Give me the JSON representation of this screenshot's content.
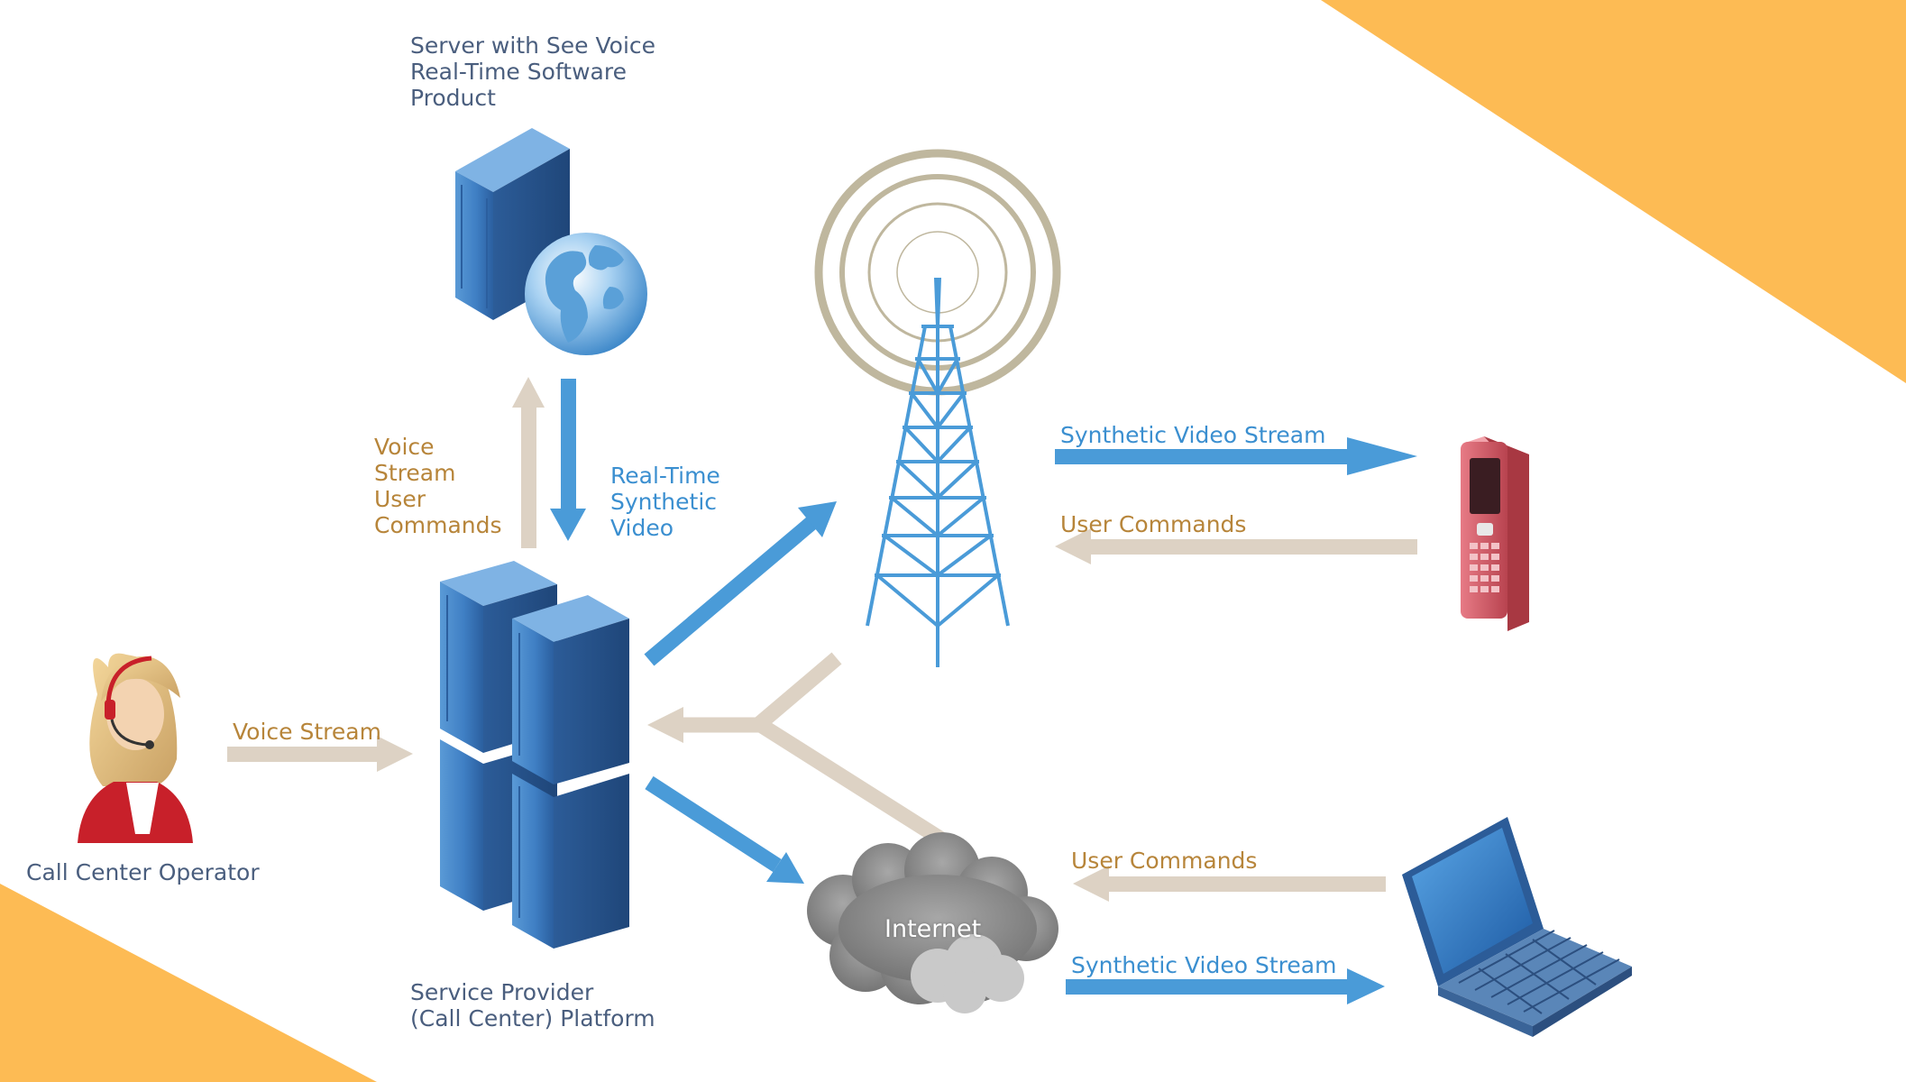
{
  "nodes": {
    "server": {
      "label_lines": [
        "Server with See Voice",
        "Real-Time Software",
        "Product"
      ],
      "icon": "server-globe-icon"
    },
    "platform": {
      "label_lines": [
        "Service Provider",
        "(Call Center) Platform"
      ],
      "icon": "server-cluster-icon"
    },
    "operator": {
      "label": "Call Center Operator",
      "icon": "headset-operator-icon"
    },
    "tower": {
      "icon": "radio-tower-icon"
    },
    "phone": {
      "icon": "mobile-phone-icon"
    },
    "laptop": {
      "icon": "laptop-icon"
    },
    "internet": {
      "label": "Internet",
      "icon": "cloud-icon"
    }
  },
  "edges": {
    "operator_to_platform": {
      "label": "Voice Stream"
    },
    "platform_to_server": {
      "label_lines": [
        "Voice",
        "Stream",
        "User",
        "Commands"
      ]
    },
    "server_to_platform": {
      "label_lines": [
        "Real-Time",
        "Synthetic",
        "Video"
      ]
    },
    "tower_to_phone": {
      "label": "Synthetic Video Stream"
    },
    "phone_to_tower": {
      "label": "User Commands"
    },
    "laptop_to_internet": {
      "label": "User Commands"
    },
    "internet_to_laptop": {
      "label": "Synthetic Video Stream"
    }
  },
  "colors": {
    "accent_orange": "#fdbb54",
    "arrow_blue": "#4a9bd8",
    "arrow_beige": "#ddd2c4",
    "label_navy": "#4a5e7e",
    "label_brown": "#b7853a",
    "label_blue": "#3b8fd0"
  }
}
